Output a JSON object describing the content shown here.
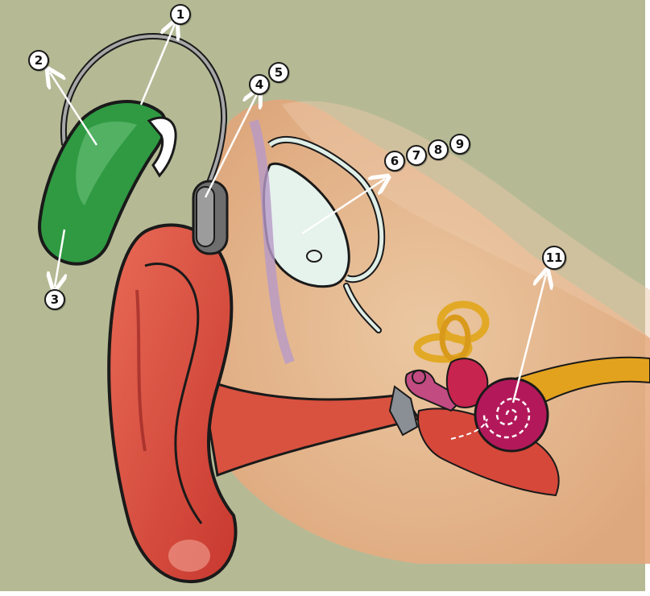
{
  "labels": {
    "n1": "1",
    "n2": "2",
    "n3": "3",
    "n4": "4",
    "n5": "5",
    "n6": "6",
    "n7": "7",
    "n8": "8",
    "n9": "9",
    "n11": "11"
  },
  "colors": {
    "background": "#b5ba95",
    "processor_green": "#2f9a42",
    "skin": "#e8b58a",
    "ear_red": "#d64a3c",
    "cochlea": "#b3195a",
    "canals": "#e2a926",
    "nerve": "#e3a21e",
    "implant": "#e6f2ec",
    "arrow": "#ffffff"
  }
}
